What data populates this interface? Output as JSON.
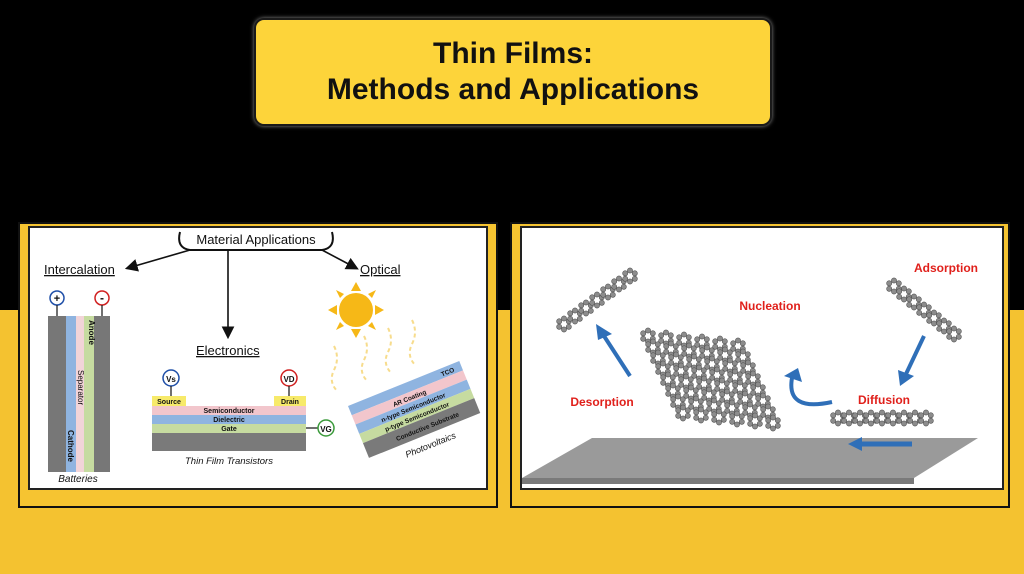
{
  "header": {
    "title_line1": "Thin Films:",
    "title_line2": "Methods and Applications"
  },
  "left_panel": {
    "root": "Material Applications",
    "branches": {
      "intercalation": "Intercalation",
      "electronics": "Electronics",
      "optical": "Optical"
    },
    "battery": {
      "plus": "+",
      "minus": "-",
      "anode": "Anode",
      "separator": "Separator",
      "cathode": "Cathode",
      "caption": "Batteries"
    },
    "transistor": {
      "vs": "Vs",
      "vd": "VD",
      "vg": "VG",
      "source": "Source",
      "drain": "Drain",
      "semiconductor": "Semiconductor",
      "dielectric": "Dielectric",
      "gate": "Gate",
      "caption": "Thin Film Transistors"
    },
    "photovoltaic": {
      "tco": "TCO",
      "ar_coating": "AR Coating",
      "n_type": "n-type Semiconductor",
      "p_type": "p-type Semiconductor",
      "substrate": "Conductive Substrate",
      "caption": "Photovoltaics"
    },
    "colors": {
      "blue": "#8fb4e0",
      "pink": "#f2c6cc",
      "green": "#c6dba0",
      "gray": "#7a7a7a",
      "yellow": "#f7ea6a",
      "sun": "#f6b817"
    }
  },
  "right_panel": {
    "adsorption": "Adsorption",
    "nucleation": "Nucleation",
    "desorption": "Desorption",
    "diffusion": "Diffusion",
    "label_color": "#e0201b",
    "arrow_color": "#2f6fb8"
  }
}
